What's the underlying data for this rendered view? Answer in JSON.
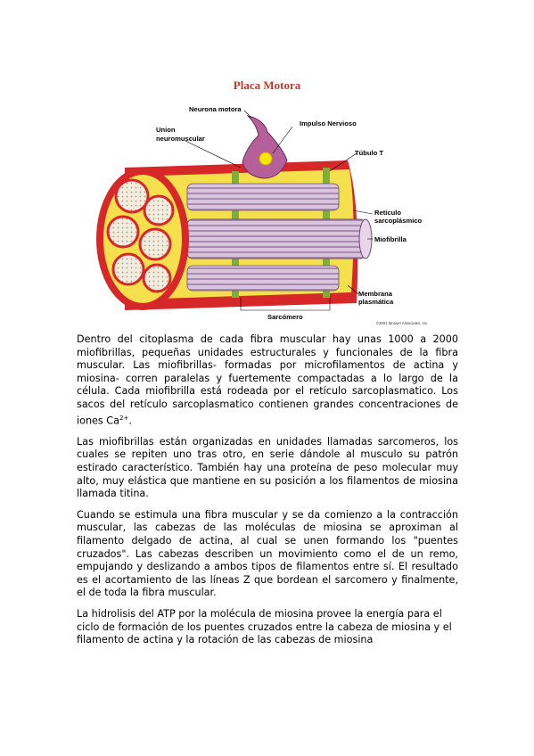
{
  "figure": {
    "title": "Placa Motora",
    "labels": {
      "neurona_motora": "Neurona motora",
      "union_1": "Union",
      "union_2": "neuromuscular",
      "impulso": "Impulso Nervioso",
      "tubulo": "Túbulo T",
      "reticulo_1": "Retículo",
      "reticulo_2": "sarcoplásmico",
      "miofibrilla": "Miofibrilla",
      "membrana_1": "Membrana",
      "membrana_2": "plasmática",
      "sarcomero": "Sarcómero",
      "copyright": "©2001 Sinauer Associates, Inc."
    }
  },
  "paragraphs": {
    "p1_main": "Dentro del citoplasma de cada fibra muscular hay unas 1000 a 2000 miofibrillas, pequeñas unidades estructurales y funcionales de la fibra muscular. Las miofibrillas- formadas por microfilamentos de actina y miosina- corren paralelas y fuertemente compactadas a lo largo de la célula. Cada miofibrilla está rodeada por el retículo sarcoplasmatico. Los sacos del retículo sarcoplasmatico contienen grandes concentraciones de iones Ca",
    "p1_sup": "2+",
    "p1_end": ".",
    "p2": "Las miofibrillas están organizadas en unidades llamadas sarcomeros, los cuales se repiten uno tras otro, en serie dándole al musculo su patrón estirado característico. También hay una proteína de peso molecular muy alto, muy elástica que mantiene en su posición a los filamentos de miosina llamada titina.",
    "p3": "Cuando se estimula una fibra muscular y se da comienzo a la contracción muscular, las cabezas de las moléculas de miosina se aproximan al filamento delgado de actina, al cual se unen formando los \"puentes cruzados\". Las cabezas describen un movimiento como el de un remo, empujando y deslizando a ambos tipos de filamentos entre sí. El resultado es el acortamiento de las líneas Z que bordean el sarcomero y finalmente, el de toda la fibra muscular.",
    "p4": "La hidrolisis del ATP por la molécula de miosina provee la energía para el ciclo de formación de los puentes cruzados entre la cabeza de miosina y el filamento de actina y la rotación de las cabezas de miosina"
  },
  "colors": {
    "title": "#c0392b",
    "fiber_red": "#d62828",
    "fiber_yellow": "#f4e04d",
    "myofibril": "#c9a7c7",
    "neuron": "#b5609a",
    "impulse": "#f5e60a"
  }
}
